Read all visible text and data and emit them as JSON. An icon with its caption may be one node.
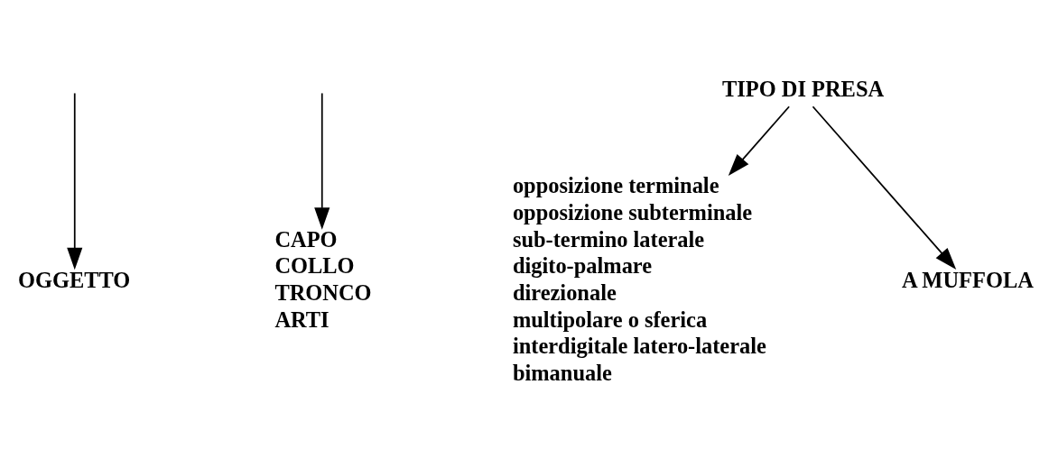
{
  "diagram": {
    "nodes": [
      {
        "text": [
          "OGGETTO"
        ]
      },
      {
        "text": [
          "CAPO",
          "COLLO",
          "TRONCO",
          "ARTI"
        ]
      },
      {
        "text": [
          "TIPO DI PRESA"
        ]
      },
      {
        "text": [
          "opposizione terminale",
          "opposizione subterminale",
          "sub-termino laterale",
          "digito-palmare",
          "direzionale",
          "multipolare o sferica",
          "interdigitale latero-laterale",
          "bimanuale"
        ]
      },
      {
        "text": [
          "A MUFFOLA"
        ]
      }
    ],
    "edges": [
      {
        "from": null,
        "to": 0,
        "arrow": "to"
      },
      {
        "from": null,
        "to": 1,
        "arrow": "to"
      },
      {
        "from": 2,
        "to": 3,
        "arrow": "to"
      },
      {
        "from": 2,
        "to": 4,
        "arrow": "to"
      }
    ]
  }
}
